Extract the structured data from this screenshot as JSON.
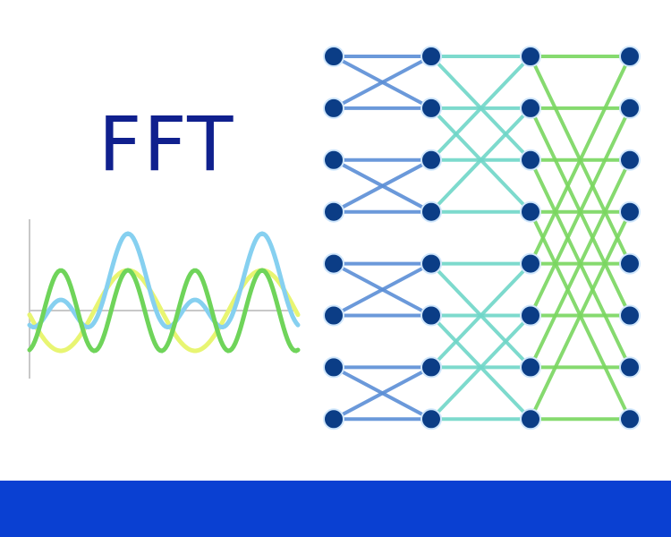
{
  "title": "FFT",
  "colors": {
    "title": "#10208e",
    "footer": "#0a40d2",
    "node": "#0b3d86",
    "wave_blue": "#86d0f0",
    "wave_green": "#6fd45a",
    "wave_yellow": "#e8f572",
    "stage_colors": [
      "#5b8fd6",
      "#6fd6c8",
      "#7ad760"
    ]
  },
  "butterfly": {
    "inputs": 8,
    "stages": 3
  }
}
